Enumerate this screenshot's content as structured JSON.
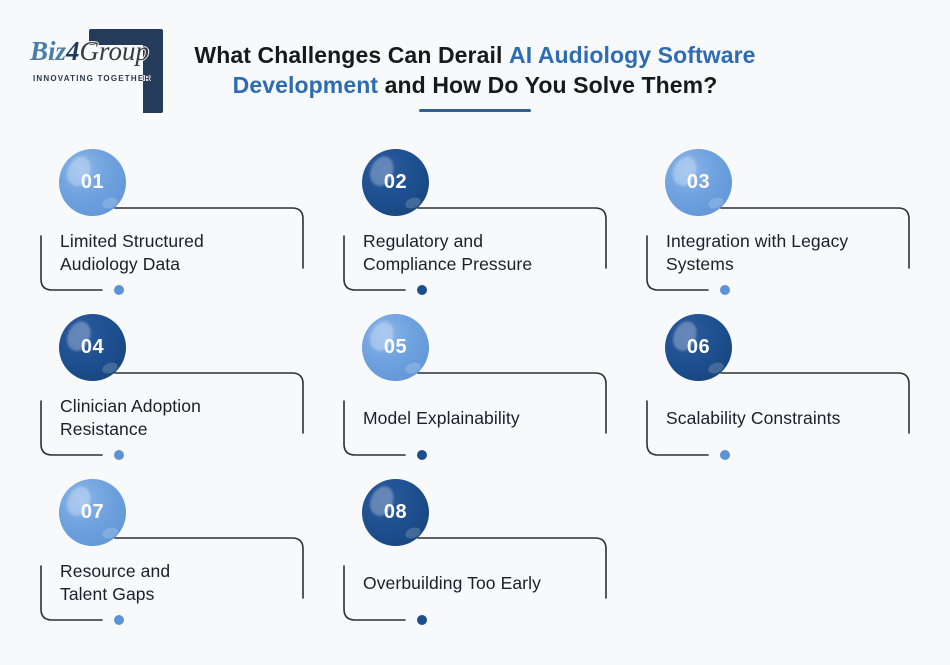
{
  "logo": {
    "brand_biz": "Biz",
    "brand_4": "4",
    "brand_group": "Group",
    "tagline": "INNOVATING TOGETHER"
  },
  "title": {
    "part1": "What Challenges Can Derail ",
    "highlight": "AI Audiology Software Development",
    "part2": " and How Do You Solve Them?"
  },
  "items": [
    {
      "number": "01",
      "label": "Limited Structured\nAudiology Data",
      "tone": "light",
      "dot_tone": "light"
    },
    {
      "number": "02",
      "label": "Regulatory and\nCompliance Pressure",
      "tone": "dark",
      "dot_tone": "dark"
    },
    {
      "number": "03",
      "label": "Integration with Legacy\nSystems",
      "tone": "light",
      "dot_tone": "light"
    },
    {
      "number": "04",
      "label": "Clinician Adoption\nResistance",
      "tone": "dark",
      "dot_tone": "light"
    },
    {
      "number": "05",
      "label": "Model Explainability",
      "tone": "light",
      "dot_tone": "dark"
    },
    {
      "number": "06",
      "label": "Scalability Constraints",
      "tone": "dark",
      "dot_tone": "light"
    },
    {
      "number": "07",
      "label": "Resource and\nTalent Gaps",
      "tone": "light",
      "dot_tone": "light"
    },
    {
      "number": "08",
      "label": "Overbuilding Too Early",
      "tone": "dark",
      "dot_tone": "dark"
    }
  ],
  "colors": {
    "background": "#f7f9fb",
    "light_circle": "#6ea1de",
    "dark_circle": "#1c4d8d",
    "light_dot": "#5b94d6",
    "dark_dot": "#1d4f8f",
    "title_dark": "#17191c",
    "title_accent": "#2d6cb3",
    "underline": "#2e5f94",
    "logo_navy": "#243b5c",
    "connector_line": "#2f2f2f"
  }
}
